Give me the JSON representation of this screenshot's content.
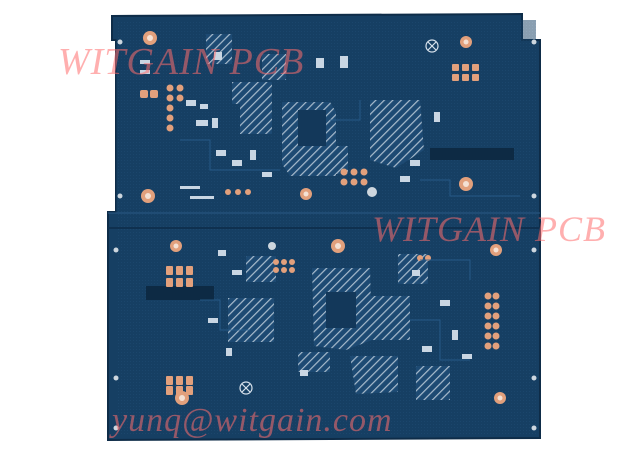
{
  "photo": {
    "board_color": "#163f63",
    "board_edge_color": "#0e2c48",
    "pad_color": "#e2a07c",
    "silk_color": "#c9d6e3",
    "hatch_color": "#9bb0c4"
  },
  "watermarks": {
    "top": "WITGAIN PCB",
    "middle": "WITGAIN PCB",
    "bottom": "yunq@witgain.com"
  }
}
